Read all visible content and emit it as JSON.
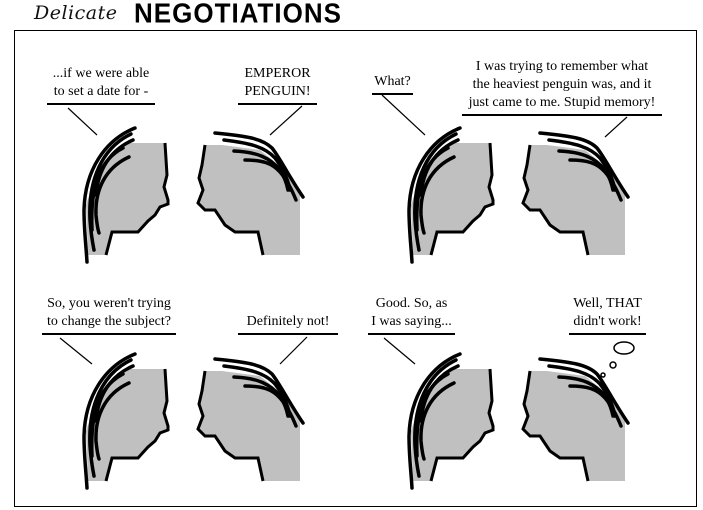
{
  "title": {
    "script": "Delicate",
    "bold": "NEGOTIATIONS"
  },
  "panels": [
    {
      "left": [
        "...if we were able",
        "to set a date for -"
      ],
      "right": [
        "EMPEROR",
        "PENGUIN!"
      ]
    },
    {
      "left": [
        "What?"
      ],
      "right": [
        "I was trying to remember what",
        "the heaviest penguin was, and it",
        "just came to me. Stupid memory!"
      ]
    },
    {
      "left": [
        "So, you weren't trying",
        "to change the subject?"
      ],
      "right": [
        "Definitely not!"
      ]
    },
    {
      "left": [
        "Good. So, as",
        "I was saying..."
      ],
      "right": [
        "Well, THAT",
        "didn't work!"
      ]
    }
  ],
  "colors": {
    "head": "#c0c0c0",
    "ink": "#000000"
  }
}
